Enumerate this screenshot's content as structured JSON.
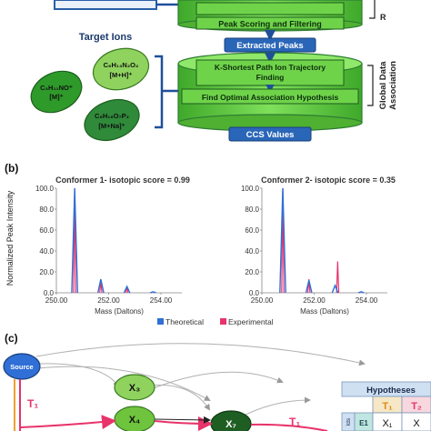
{
  "panel_a": {
    "stage_peak_scoring": "Peak Scoring and Filtering",
    "extracted_peaks": "Extracted Peaks",
    "kshortest_line1": "K-Shortest Path Ion Trajectory",
    "kshortest_line2": "Finding",
    "find_optimal": "Find Optimal Association Hypothesis",
    "ccs_values": "CCS Values",
    "target_ions": "Target Ions",
    "global_data_line1": "Global Data",
    "global_data_line2": "Association",
    "ion_1_formula": "C₃H₁₁NO⁺",
    "ion_1_adduct": "[M]⁺",
    "ion_2_formula": "C₆H₁₃N₂O₂",
    "ion_2_adduct": "[M+H]⁺",
    "ion_3_formula": "C₆H₁₆O₇P₂",
    "ion_3_adduct": "[M+Na]⁺",
    "colors": {
      "green": "#5ec43a",
      "blue": "#1f5fa8",
      "dark_green": "#2e7d32"
    }
  },
  "panel_b": {
    "label": "(b)",
    "ylabel": "Normalized Peak Intensity",
    "legend_theoretical": "Theoretical",
    "legend_experimental": "Experimental"
  },
  "chart_data": [
    {
      "type": "line",
      "title": "Conformer 1- isotopic score = 0.99",
      "xlabel": "Mass (Daltons)",
      "ylabel": "Normalized Peak Intensity",
      "xlim": [
        250.0,
        254.8
      ],
      "ylim": [
        0,
        100
      ],
      "x_ticks": [
        "250.00",
        "252.00",
        "254.00"
      ],
      "y_ticks": [
        "0.0",
        "20.0",
        "40.0",
        "60.0",
        "80.0",
        "100.0"
      ],
      "series": [
        {
          "name": "Theoretical",
          "color": "#2f6fd6",
          "peaks": [
            [
              250.7,
              100
            ],
            [
              251.7,
              13
            ],
            [
              252.7,
              6
            ],
            [
              253.7,
              1
            ]
          ]
        },
        {
          "name": "Experimental",
          "color": "#e8336b",
          "peaks": [
            [
              250.7,
              100
            ],
            [
              251.7,
              11
            ],
            [
              252.7,
              5
            ]
          ]
        }
      ]
    },
    {
      "type": "line",
      "title": "Conformer 2- isotopic score = 0.35",
      "xlabel": "Mass (Daltons)",
      "ylabel": "",
      "xlim": [
        250.0,
        254.8
      ],
      "ylim": [
        0,
        100
      ],
      "x_ticks": [
        "250.00",
        "252.00",
        "254.00"
      ],
      "y_ticks": [
        "0.0",
        "20.0",
        "40.0",
        "60.0",
        "80.0",
        "100.0"
      ],
      "series": [
        {
          "name": "Theoretical",
          "color": "#2f6fd6",
          "peaks": [
            [
              250.8,
              100
            ],
            [
              251.8,
              12
            ],
            [
              252.8,
              7
            ],
            [
              253.8,
              1
            ]
          ]
        },
        {
          "name": "Experimental",
          "color": "#e8336b",
          "peaks": [
            [
              250.8,
              100
            ],
            [
              251.8,
              13
            ],
            [
              252.9,
              30
            ]
          ]
        }
      ]
    }
  ],
  "panel_c": {
    "label": "(c)",
    "source": "Source",
    "x3": "X₃",
    "x4": "X₄",
    "x7": "X₇",
    "t1_left": "T₁",
    "t1_right": "T₁",
    "hypotheses": "Hypotheses",
    "h_t1": "T₁",
    "h_t2": "T₂",
    "h_e1": "E1",
    "h_x1": "X₁",
    "h_x": "X",
    "h_side": "lds"
  }
}
